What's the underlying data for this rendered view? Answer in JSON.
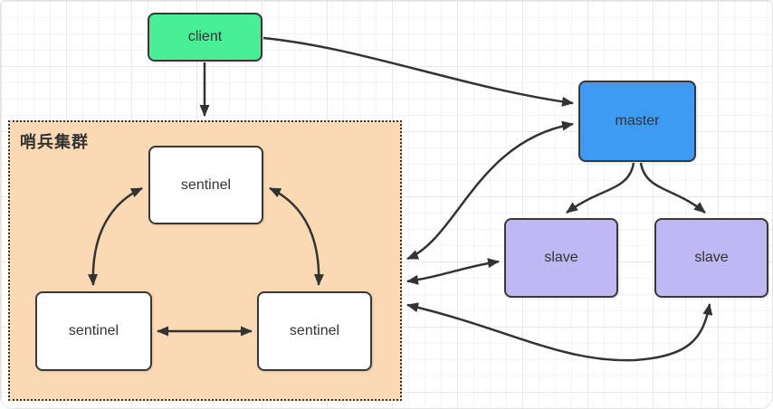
{
  "diagram": {
    "group": {
      "label": "哨兵集群",
      "fill": "#FBD9B4",
      "border_color": "#333333"
    },
    "nodes": {
      "client": {
        "label": "client",
        "fill": "#47F097"
      },
      "master": {
        "label": "master",
        "fill": "#3E9BF4"
      },
      "slave_left": {
        "label": "slave",
        "fill": "#BEB8F3"
      },
      "slave_right": {
        "label": "slave",
        "fill": "#BEB8F3"
      },
      "sentinel_top": {
        "label": "sentinel",
        "fill": "#FFFFFF"
      },
      "sentinel_bottom_left": {
        "label": "sentinel",
        "fill": "#FFFFFF"
      },
      "sentinel_bottom_right": {
        "label": "sentinel",
        "fill": "#FFFFFF"
      }
    },
    "edges": [
      {
        "id": "client-to-sentinel-cluster",
        "from": "client",
        "to": "sentinel_cluster",
        "arrows": "end"
      },
      {
        "id": "client-to-master",
        "from": "client",
        "to": "master",
        "arrows": "end"
      },
      {
        "id": "sentinel-cluster-to-master",
        "from": "sentinel_cluster",
        "to": "master",
        "arrows": "both"
      },
      {
        "id": "sentinel-cluster-to-slave-left",
        "from": "sentinel_cluster",
        "to": "slave_left",
        "arrows": "both"
      },
      {
        "id": "sentinel-cluster-to-slave-right",
        "from": "sentinel_cluster",
        "to": "slave_right",
        "arrows": "both"
      },
      {
        "id": "master-to-slave-left",
        "from": "master",
        "to": "slave_left",
        "arrows": "end"
      },
      {
        "id": "master-to-slave-right",
        "from": "master",
        "to": "slave_right",
        "arrows": "end"
      },
      {
        "id": "sentinel-top-to-bottom-left",
        "from": "sentinel_top",
        "to": "sentinel_bottom_left",
        "arrows": "both"
      },
      {
        "id": "sentinel-top-to-bottom-right",
        "from": "sentinel_top",
        "to": "sentinel_bottom_right",
        "arrows": "both"
      },
      {
        "id": "sentinel-bottom-left-to-bottom-right",
        "from": "sentinel_bottom_left",
        "to": "sentinel_bottom_right",
        "arrows": "both"
      }
    ],
    "colors": {
      "stroke": "#333333",
      "text": "#333333",
      "canvas": "#FFFFFF",
      "grid_minor": "#F4F4F4",
      "grid_major": "#E9E9E9"
    }
  }
}
